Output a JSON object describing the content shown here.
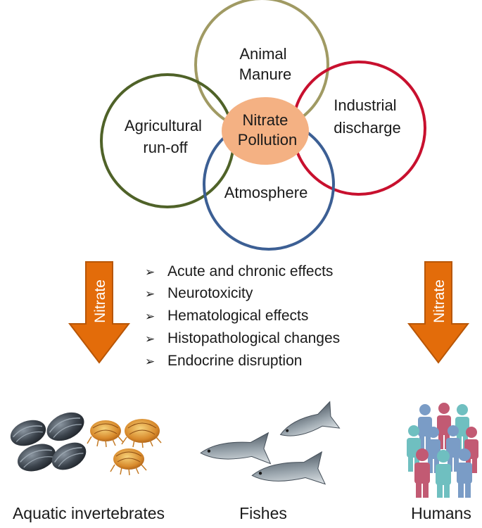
{
  "sources": {
    "center": [
      "Nitrate",
      "Pollution"
    ],
    "animal_manure": [
      "Animal",
      "Manure"
    ],
    "industrial_discharge": [
      "Industrial",
      "discharge"
    ],
    "agricultural_runoff": [
      "Agricultural",
      "run-off"
    ],
    "atmosphere": "Atmosphere"
  },
  "colors": {
    "animal_manure_ring": "#a09a63",
    "industrial_ring": "#c8102e",
    "agricultural_ring": "#4f6228",
    "atmosphere_ring": "#3c5f94",
    "center_fill": "#f4b183",
    "arrow_fill": "#e36c0a",
    "arrow_stroke": "#b85606"
  },
  "arrows": {
    "left_label": "Nitrate",
    "right_label": "Nitrate"
  },
  "effects": [
    "Acute and chronic effects",
    "Neurotoxicity",
    "Hematological effects",
    "Histopathological changes",
    "Endocrine disruption"
  ],
  "effect_bullet": "➢",
  "organisms": {
    "invertebrates": "Aquatic invertebrates",
    "fishes": "Fishes",
    "humans": "Humans"
  },
  "icons": {
    "invertebrates": [
      "mussel-icon",
      "amphipod-icon"
    ],
    "fishes": "fish-icon",
    "humans": "people-crowd-icon"
  }
}
